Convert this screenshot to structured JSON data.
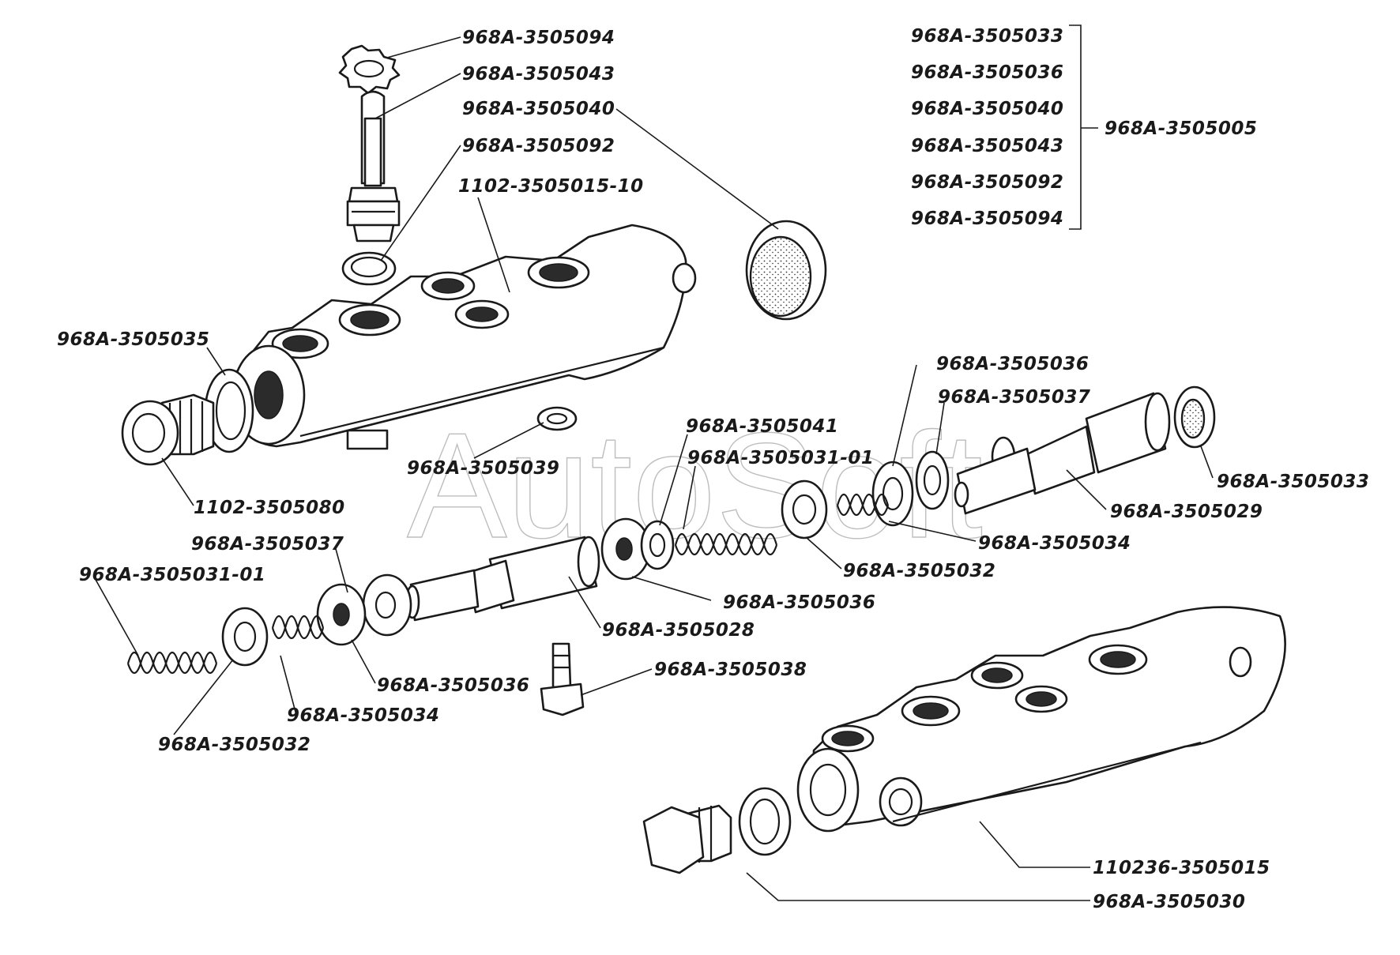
{
  "watermark": "AutoSoft",
  "labels": {
    "l_094_top": "968A-3505094",
    "l_043_top": "968A-3505043",
    "l_040_top": "968A-3505040",
    "l_092_top": "968A-3505092",
    "l_1102_015_10": "1102-3505015-10",
    "l_035": "968A-3505035",
    "l_039": "968A-3505039",
    "l_1102_080": "1102-3505080",
    "l_036_r": "968A-3505036",
    "l_037_r": "968A-3505037",
    "l_041": "968A-3505041",
    "l_031_01_r": "968A-3505031-01",
    "l_033_r": "968A-3505033",
    "l_029": "968A-3505029",
    "l_034_r": "968A-3505034",
    "l_032_r": "968A-3505032",
    "l_036_m": "968A-3505036",
    "l_037_l": "968A-3505037",
    "l_031_01_l": "968A-3505031-01",
    "l_028": "968A-3505028",
    "l_038": "968A-3505038",
    "l_036_l": "968A-3505036",
    "l_034_l": "968A-3505034",
    "l_032_l": "968A-3505032",
    "l_110236_015": "110236-3505015",
    "l_030": "968A-3505030"
  },
  "kit": {
    "items": [
      "968A-3505033",
      "968A-3505036",
      "968A-3505040",
      "968A-3505043",
      "968A-3505092",
      "968A-3505094"
    ],
    "assembly": "968A-3505005"
  }
}
